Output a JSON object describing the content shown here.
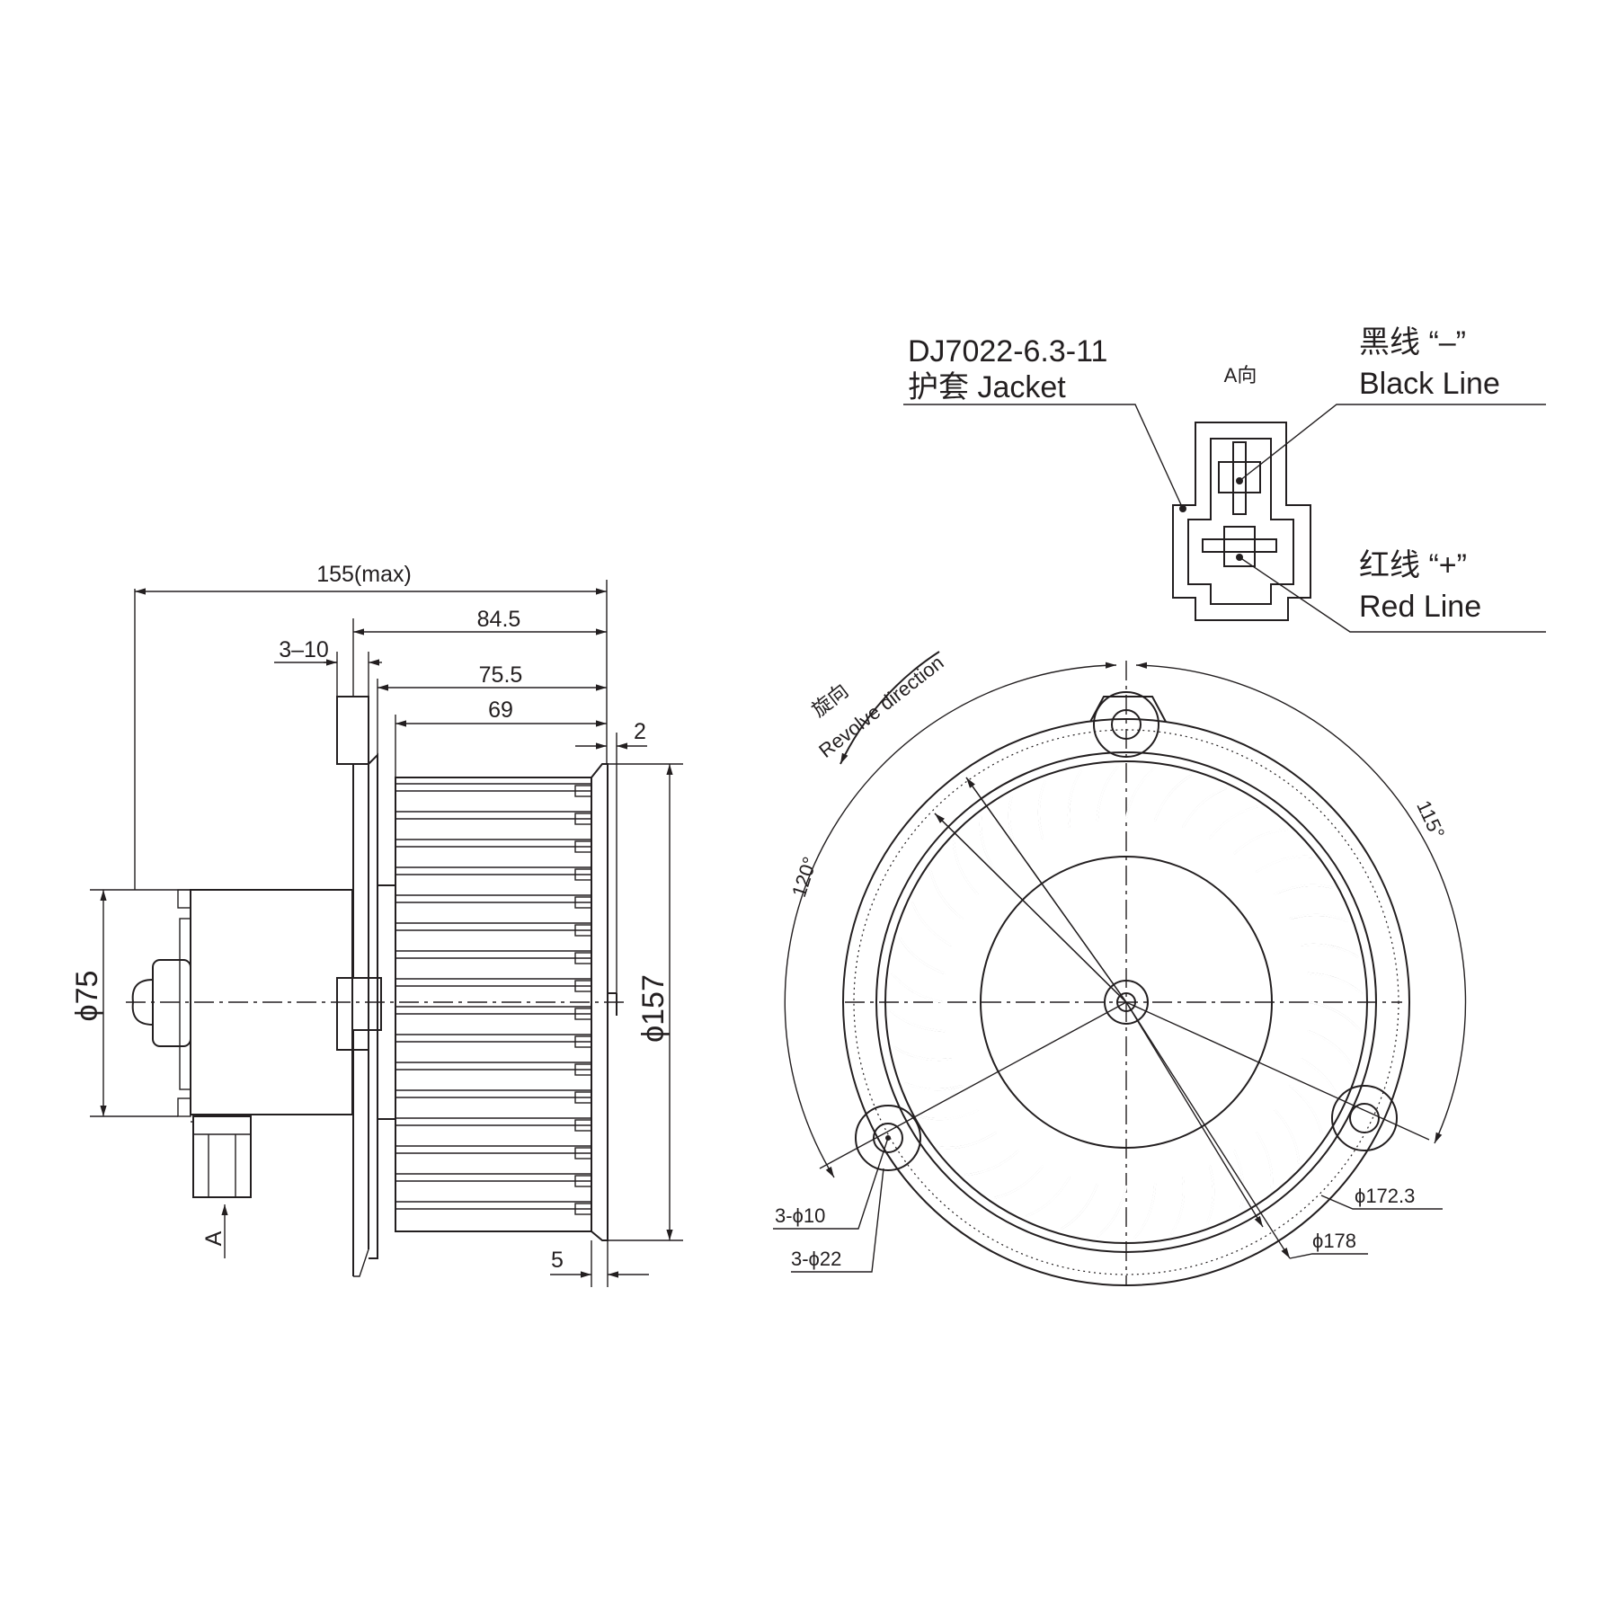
{
  "side_view": {
    "dim_overall": "155(max)",
    "dim_845": "84.5",
    "dim_755": "75.5",
    "dim_69": "69",
    "dim_3_10": "3–10",
    "dim_2": "2",
    "dim_5": "5",
    "dim_d75": "ϕ75",
    "dim_d157": "ϕ157",
    "view_arrow": "A"
  },
  "connector_view": {
    "title": "A向",
    "part_number": "DJ7022-6.3-11",
    "jacket_label": "护套 Jacket",
    "black_cn": "黑线 “–”",
    "black_en": "Black Line",
    "red_cn": "红线 “+”",
    "red_en": "Red Line"
  },
  "front_view": {
    "rotation_cn": "旋向",
    "rotation_en": "Revolve direction",
    "angle_120": "120°",
    "angle_115": "115°",
    "holes_small": "3-ϕ10",
    "holes_large": "3-ϕ22",
    "dia_1723": "ϕ172.3",
    "dia_178": "ϕ178"
  }
}
